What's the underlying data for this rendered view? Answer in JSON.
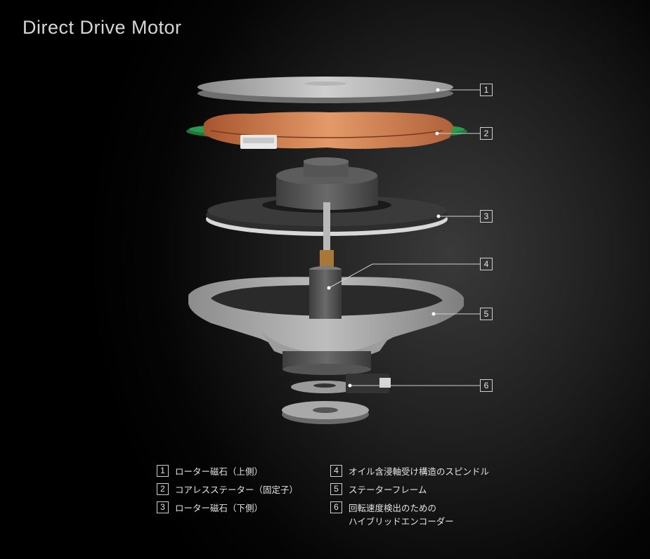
{
  "title": "Direct Drive Motor",
  "callouts": [
    "1",
    "2",
    "3",
    "4",
    "5",
    "6"
  ],
  "legend": [
    {
      "num": "1",
      "lines": [
        "ローター磁石（上側）"
      ]
    },
    {
      "num": "2",
      "lines": [
        "コアレスステーター（固定子）"
      ]
    },
    {
      "num": "3",
      "lines": [
        "ローター磁石（下側）"
      ]
    },
    {
      "num": "4",
      "lines": [
        "オイル含浸軸受け構造のスピンドル"
      ]
    },
    {
      "num": "5",
      "lines": [
        "ステーターフレーム"
      ]
    },
    {
      "num": "6",
      "lines": [
        "回転速度検出のための",
        "ハイブリッドエンコーダー"
      ]
    }
  ]
}
